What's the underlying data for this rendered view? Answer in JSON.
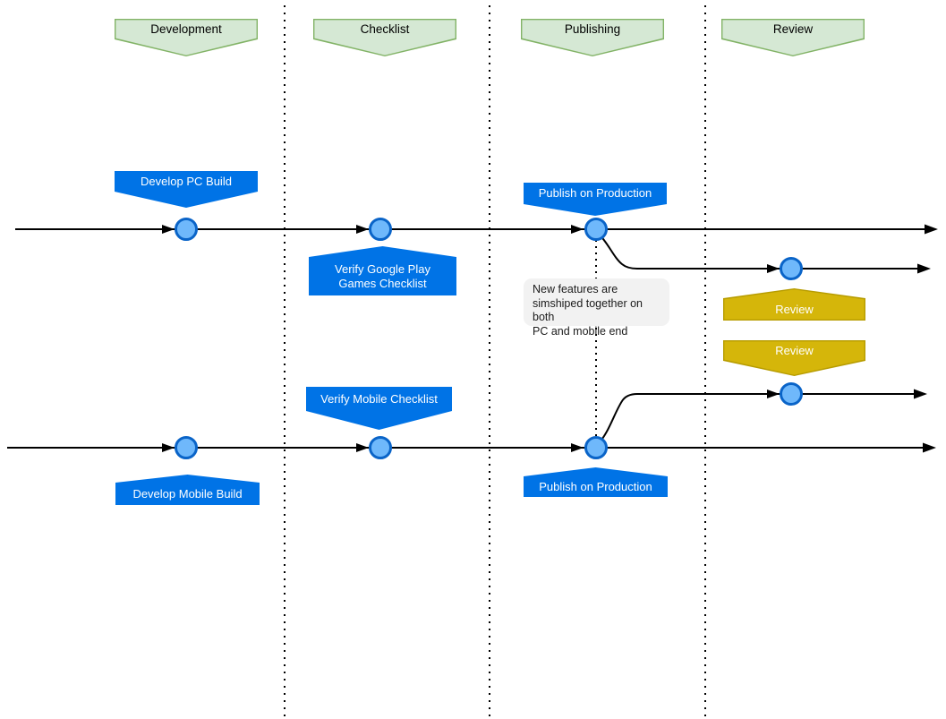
{
  "header": {
    "lanes": [
      {
        "label": "Development"
      },
      {
        "label": "Checklist"
      },
      {
        "label": "Publishing"
      },
      {
        "label": "Review"
      }
    ]
  },
  "milestones": {
    "develop_pc": "Develop PC Build",
    "verify_google_play_line1": "Verify Google Play",
    "verify_google_play_line2": "Games Checklist",
    "publish_pc": "Publish on Production",
    "review_pc": "Review",
    "review_mobile": "Review",
    "verify_mobile": "Verify Mobile Checklist",
    "publish_mobile": "Publish on Production",
    "develop_mobile": "Develop Mobile Build"
  },
  "note": {
    "line1": "New features are",
    "line2": "simshiped together on both",
    "line3": "PC and mobile end"
  },
  "colors": {
    "lane_header_fill": "#d5e8d4",
    "lane_header_border": "#82b366",
    "milestone_blue": "#0073e6",
    "review_yellow": "#d5b60a",
    "review_yellow_border": "#b79c00",
    "node_fill": "#6fb8fb",
    "node_stroke": "#0a64c8",
    "note_fill": "#f2f2f2",
    "line_color": "#000000"
  }
}
